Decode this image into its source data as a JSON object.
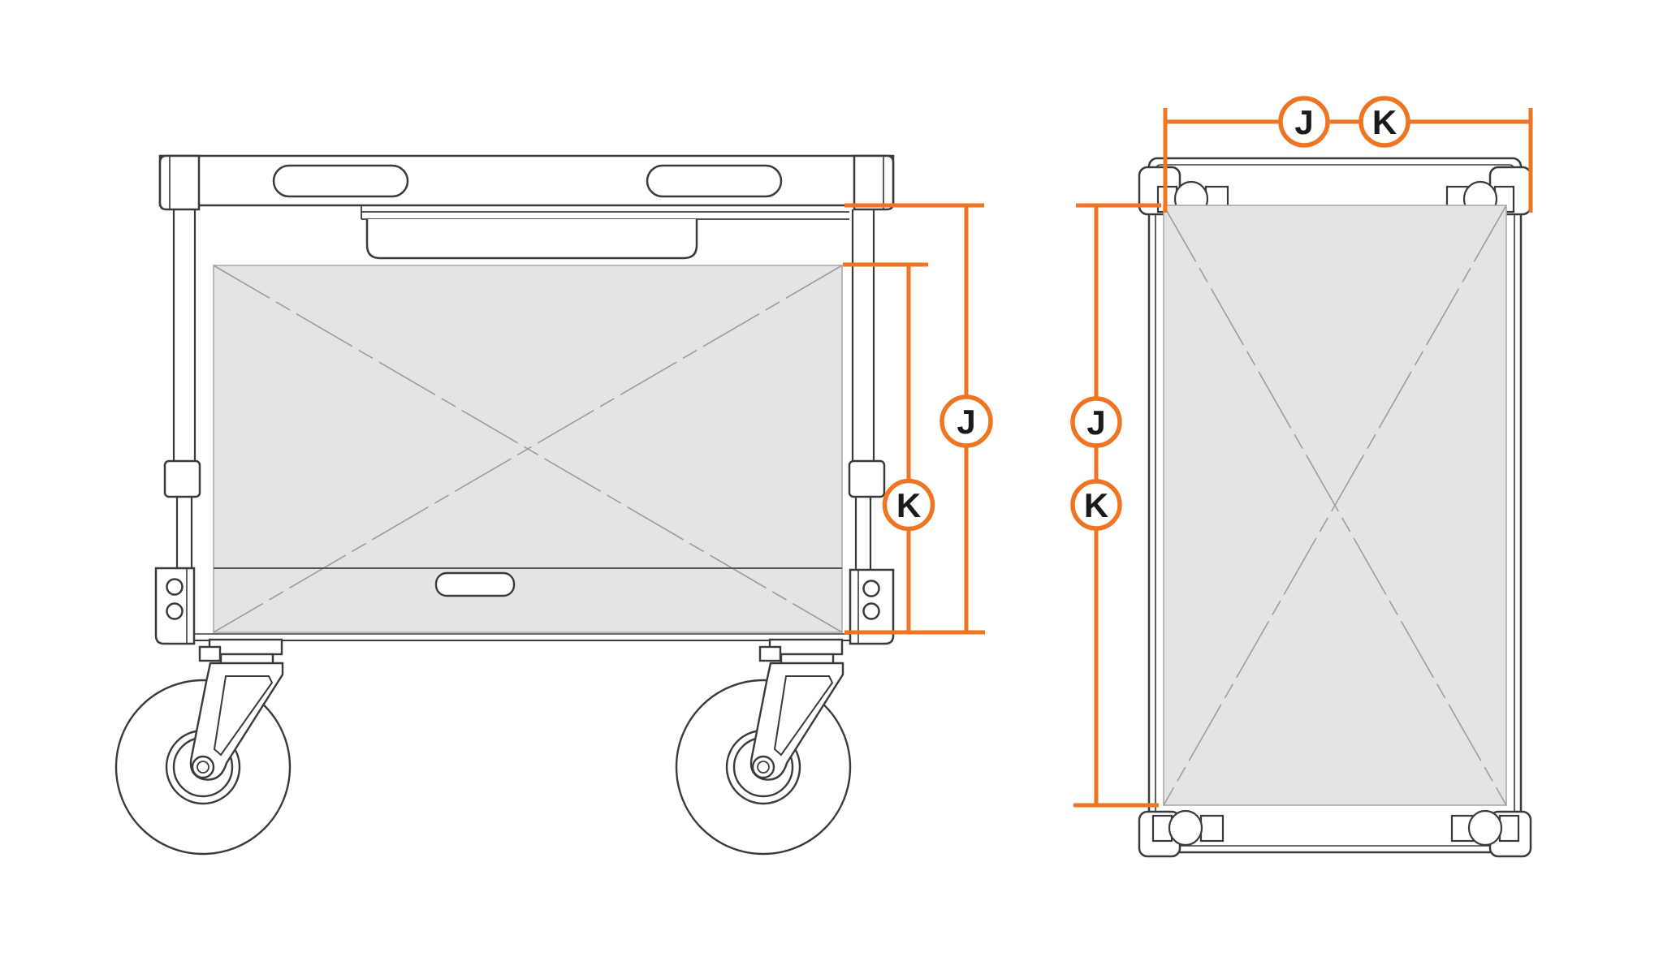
{
  "page": {
    "title": "Cart dimension technical drawing",
    "background_color": "#FFFFFF"
  },
  "diagram": {
    "type": "technical line drawing",
    "views": [
      {
        "id": "side-view",
        "description": "Side elevation of wheeled cart with two swivel casters, crossed panel and dimension callouts"
      },
      {
        "id": "top-view",
        "description": "Top plan of cart frame with four corner casters, crossed panel and dimension callouts"
      }
    ],
    "colors": {
      "accent_orange": "#EF7522",
      "drawing_line": "#3A3A3A",
      "panel_fill": "#E4E4E4",
      "panel_border": "#ABABAB",
      "crosshair_line": "#9C9C9C",
      "label_text": "#1A1A1A"
    }
  },
  "labels": {
    "side_height_outer": "J",
    "side_height_inner": "K",
    "top_depth_outer": "J",
    "top_depth_inner": "K",
    "top_width_outer": "J",
    "top_width_inner": "K"
  }
}
